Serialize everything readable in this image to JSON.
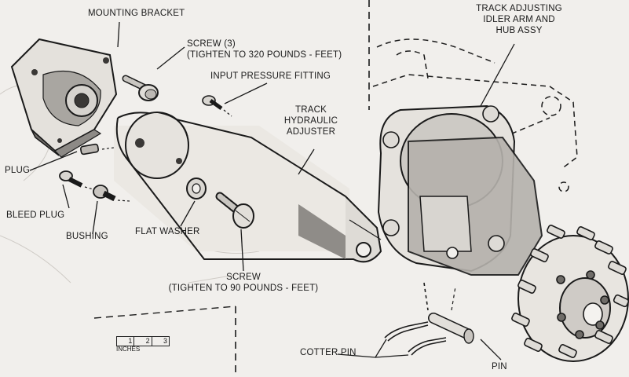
{
  "labels": {
    "mounting_bracket": "MOUNTING BRACKET",
    "screw_top_1": "SCREW (3)",
    "screw_top_2": "(TIGHTEN TO 320 POUNDS - FEET)",
    "input_pressure_fitting": "INPUT PRESSURE FITTING",
    "track_adjusting_1": "TRACK ADJUSTING",
    "track_adjusting_2": "IDLER ARM AND",
    "track_adjusting_3": "HUB ASSY",
    "track_hydraulic_1": "TRACK",
    "track_hydraulic_2": "HYDRAULIC",
    "track_hydraulic_3": "ADJUSTER",
    "plug": "PLUG",
    "bleed_plug": "BLEED PLUG",
    "bushing": "BUSHING",
    "flat_washer": "FLAT WASHER",
    "screw_bottom_1": "SCREW",
    "screw_bottom_2": "(TIGHTEN TO 90 POUNDS - FEET)",
    "cotter_pin": "COTTER PIN",
    "pin": "PIN"
  },
  "scale_bar": {
    "ticks": [
      "1",
      "2",
      "3"
    ],
    "units": "INCHES"
  },
  "colors": {
    "ink": "#1a1a1a",
    "paper": "#f1efec",
    "shade": "#9a9894"
  }
}
